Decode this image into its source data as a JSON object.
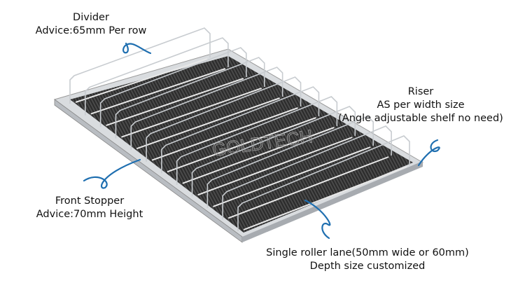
{
  "watermark": "GOLDTECH",
  "labels": {
    "divider": [
      "Divider",
      "Advice:65mm  Per row"
    ],
    "riser": [
      "Riser",
      "AS per width size",
      "(Angle adjustable shelf no need)"
    ],
    "front_stopper": [
      "Front Stopper",
      "Advice:70mm Height"
    ],
    "roller_lane": [
      "Single roller lane(50mm wide or 60mm)",
      "Depth size customized"
    ]
  },
  "colors": {
    "arrow": "#1f6fb0",
    "tray": "#2a2a2a",
    "metal": "#c8ccd0"
  }
}
